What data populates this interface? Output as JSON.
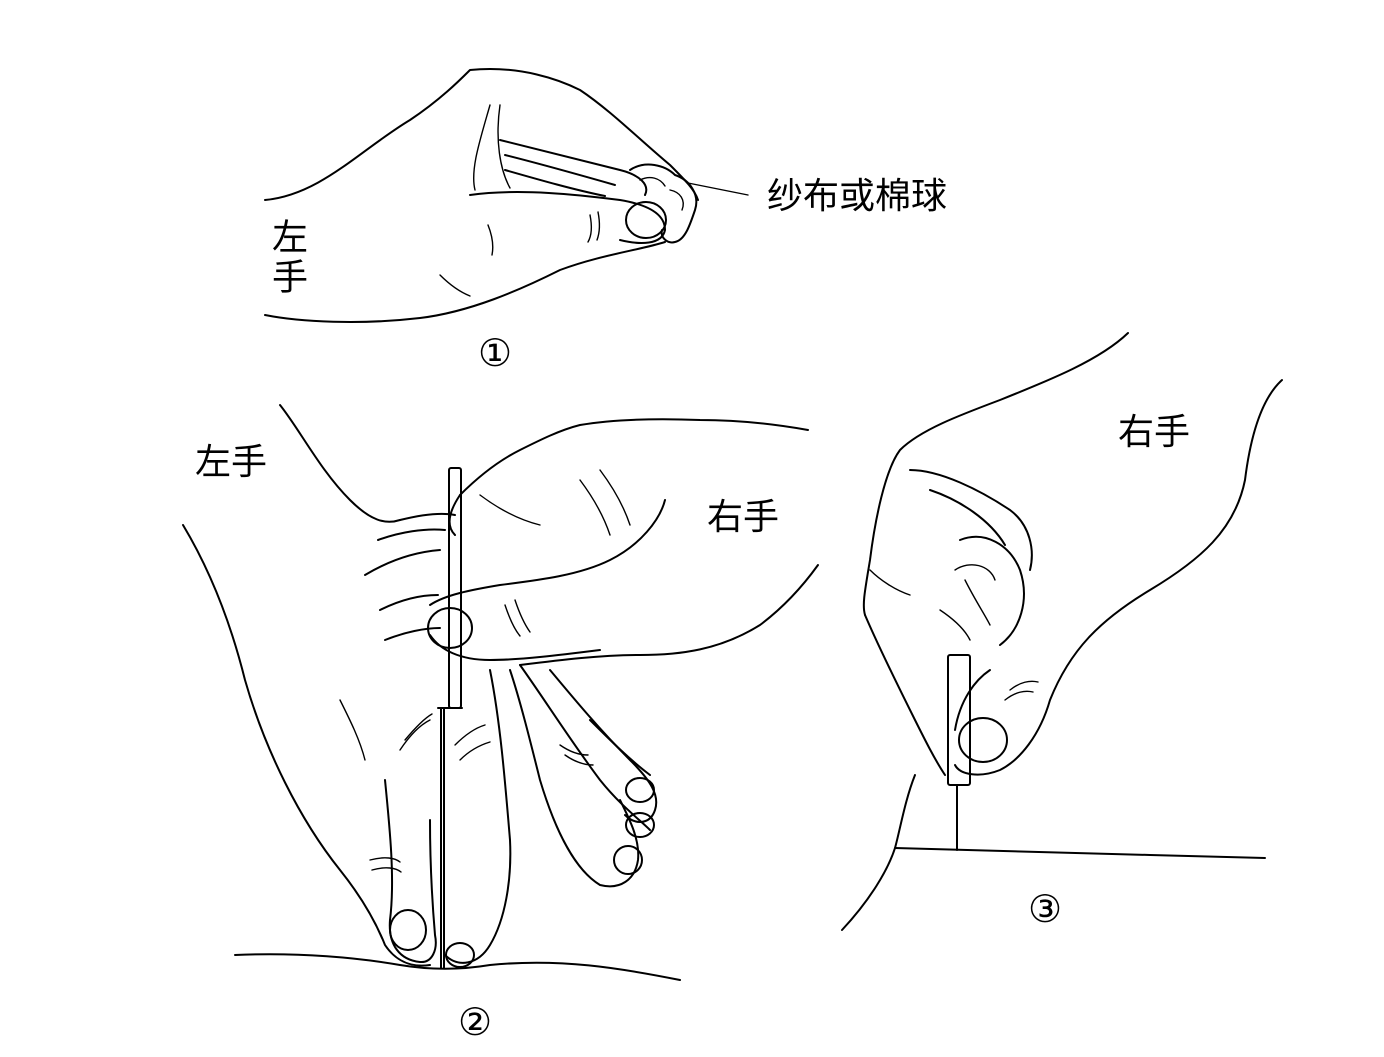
{
  "figures": [
    {
      "id": "fig1",
      "number": "①",
      "labels": {
        "hand": "左手",
        "pointer": "纱布或棉球"
      }
    },
    {
      "id": "fig2",
      "number": "②",
      "labels": {
        "left_hand": "左手",
        "right_hand": "右手"
      }
    },
    {
      "id": "fig3",
      "number": "③",
      "labels": {
        "right_hand": "右手"
      }
    }
  ],
  "colors": {
    "line": "#000000",
    "background": "#ffffff"
  }
}
